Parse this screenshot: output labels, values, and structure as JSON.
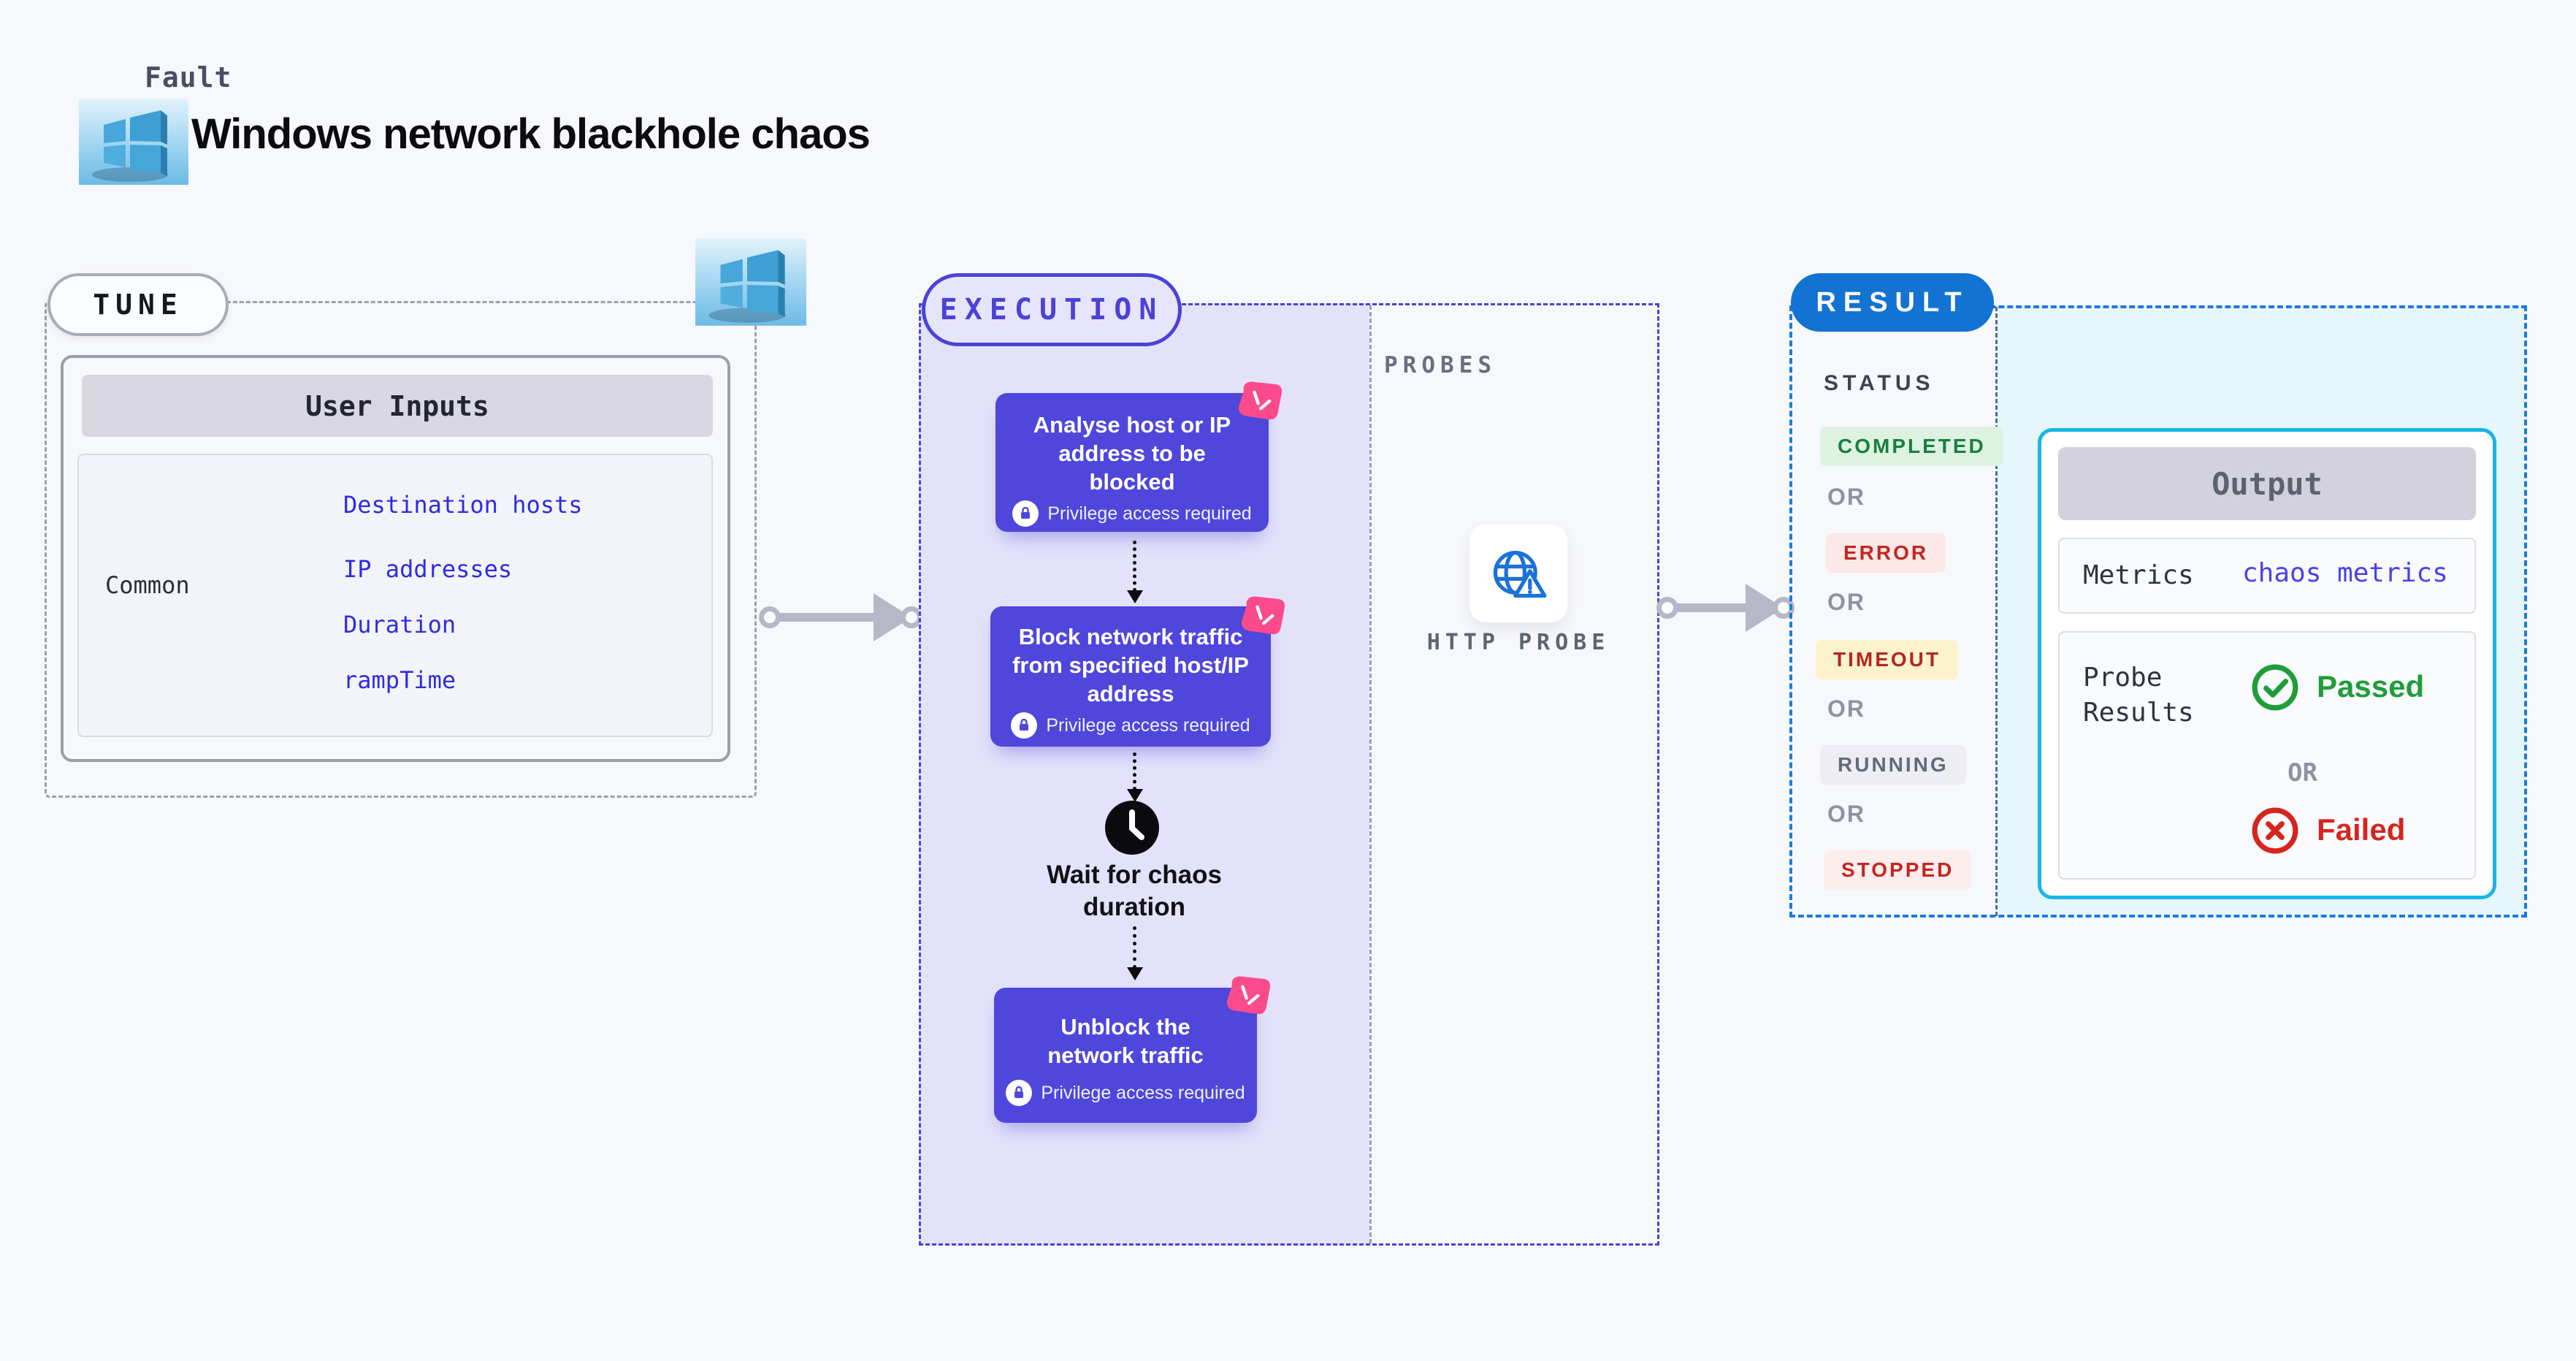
{
  "header": {
    "kicker": "Fault",
    "title": "Windows network blackhole chaos"
  },
  "tune": {
    "label": "TUNE",
    "table": {
      "header": "User Inputs",
      "row_label": "Common",
      "inputs": [
        "Destination hosts",
        "IP addresses",
        "Duration",
        "rampTime"
      ]
    }
  },
  "execution": {
    "label": "EXECUTION",
    "privilege_note": "Privilege access required",
    "steps": [
      "Analyse host or IP address to be blocked",
      "Block network traffic from specified host/IP address"
    ],
    "wait_step": "Wait for chaos duration",
    "final_step": "Unblock the network traffic"
  },
  "probes": {
    "label": "PROBES",
    "items": [
      "HTTP PROBE"
    ]
  },
  "result": {
    "label": "RESULT",
    "status_heading": "STATUS",
    "or": "OR",
    "statuses": [
      "COMPLETED",
      "ERROR",
      "TIMEOUT",
      "RUNNING",
      "STOPPED"
    ],
    "output": {
      "header": "Output",
      "metrics_label": "Metrics",
      "metrics_value": "chaos metrics",
      "probe_results_label": "Probe Results",
      "passed": "Passed",
      "or": "OR",
      "failed": "Failed"
    }
  },
  "icons": {
    "windows": "windows-3d-logo",
    "chaos_badge": "litmus-pinwheel-icon",
    "privilege": "lock-icon",
    "wait": "clock-icon",
    "http_probe": "globe-alert-icon",
    "passed": "check-circle-icon",
    "failed": "x-circle-icon"
  },
  "colors": {
    "page_bg": "#f7f8fc",
    "indigo_accent": "#4b42d8",
    "step_fill": "#4f46dc",
    "execution_fill": "#e4e2fa",
    "chaos_pink": "#fb4b8c",
    "link_blue": "#2d2ce2",
    "result_blue": "#1273d3",
    "result_dash": "#1b7ae0",
    "output_border": "#17b6e6",
    "result_fill": "#e6f6fd",
    "passed_green": "#1f9d38",
    "failed_red": "#d6251f",
    "completed_badge": "#def2e2",
    "error_badge": "#fbe9e9",
    "timeout_badge": "#fcf3cd",
    "running_badge": "#ededf3",
    "stopped_badge": "#fdeeee"
  }
}
